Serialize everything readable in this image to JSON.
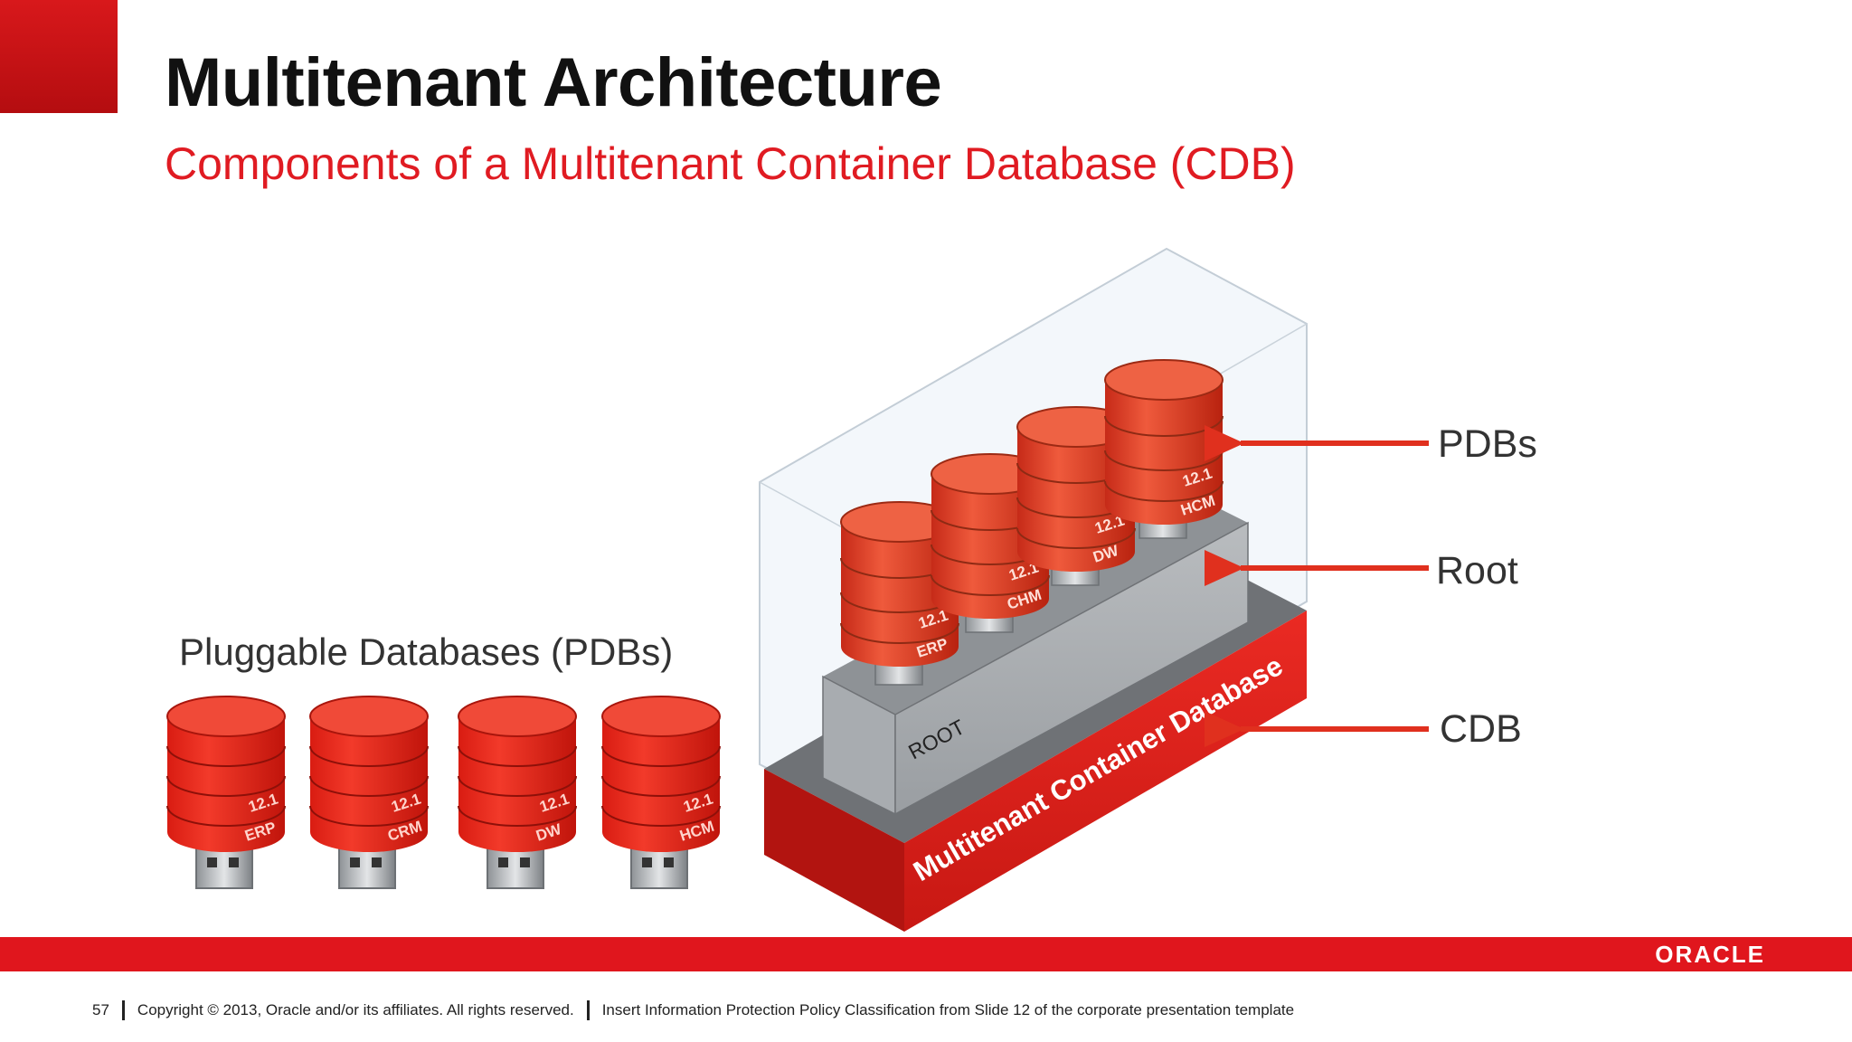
{
  "slide": {
    "title": "Multitenant Architecture",
    "subtitle": "Components of a Multitenant Container Database (CDB)"
  },
  "pdbs_section": {
    "heading": "Pluggable Databases (PDBs)",
    "items": [
      {
        "version": "12.1",
        "name": "ERP"
      },
      {
        "version": "12.1",
        "name": "CRM"
      },
      {
        "version": "12.1",
        "name": "DW"
      },
      {
        "version": "12.1",
        "name": "HCM"
      }
    ]
  },
  "cdb": {
    "root_label": "ROOT",
    "base_label": "Multitenant Container Database",
    "plugged": [
      {
        "version": "12.1",
        "name": "ERP"
      },
      {
        "version": "12.1",
        "name": "CHM"
      },
      {
        "version": "12.1",
        "name": "DW"
      },
      {
        "version": "12.1",
        "name": "HCM"
      }
    ]
  },
  "callouts": {
    "pdbs": "PDBs",
    "root": "Root",
    "cdb": "CDB"
  },
  "footer": {
    "page_number": "57",
    "copyright": "Copyright © 2013, Oracle and/or its affiliates. All rights reserved.",
    "classification": "Insert Information Protection Policy Classification from Slide 12 of the corporate presentation template",
    "logo": "ORACLE"
  },
  "colors": {
    "accent_red": "#e01b22",
    "cylinder_red": "#e8452c",
    "root_gray": "#a8acb0"
  }
}
